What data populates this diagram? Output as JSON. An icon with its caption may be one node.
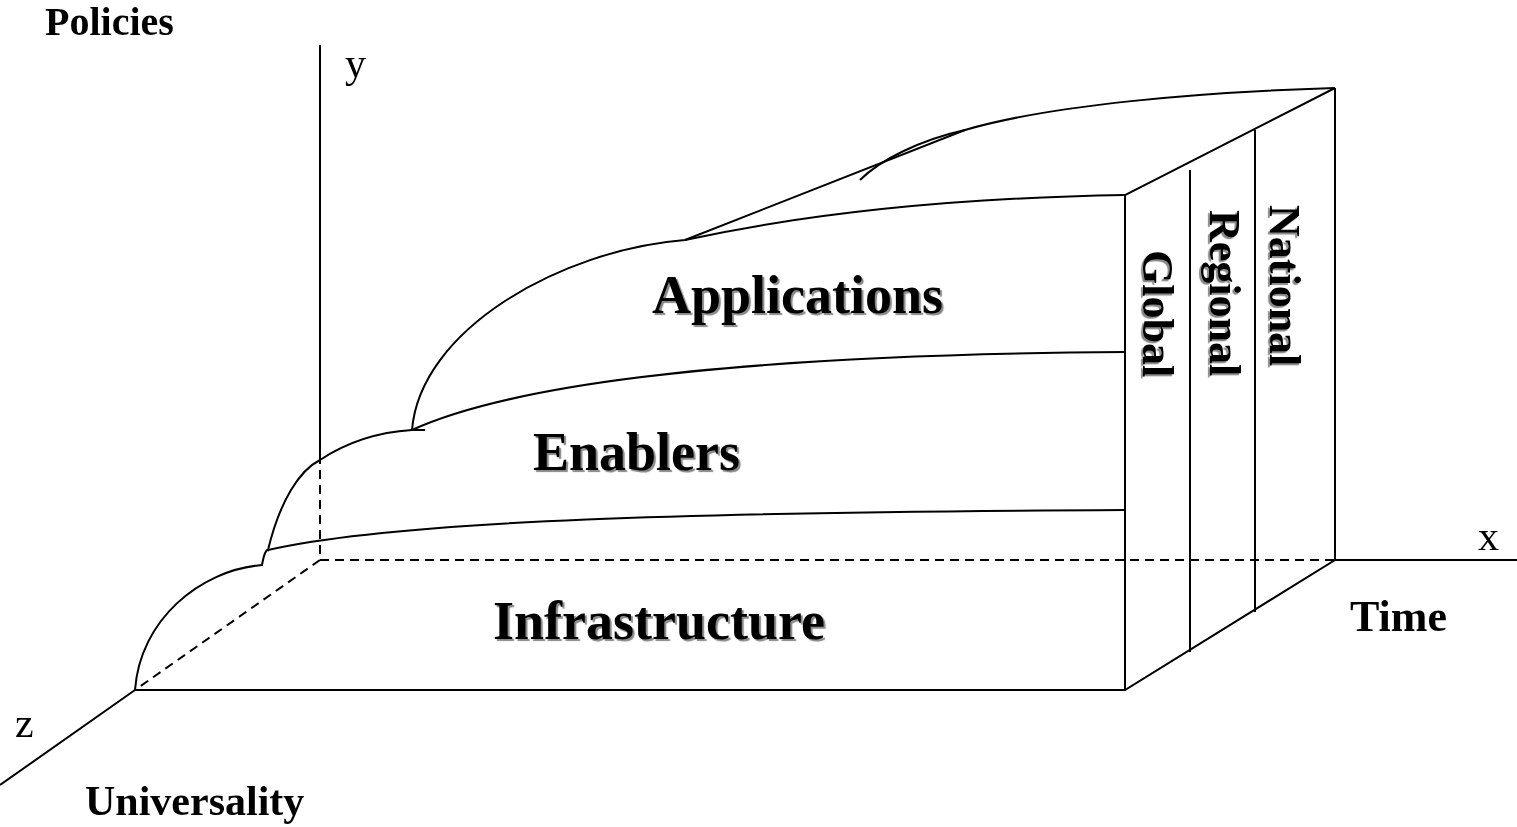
{
  "diagram": {
    "labels": [
      "Policies",
      "y",
      "Applications",
      "Global",
      "Regional",
      "National",
      "Enablers",
      "x",
      "Time",
      "Infrastructure",
      "z",
      "Universality"
    ]
  }
}
